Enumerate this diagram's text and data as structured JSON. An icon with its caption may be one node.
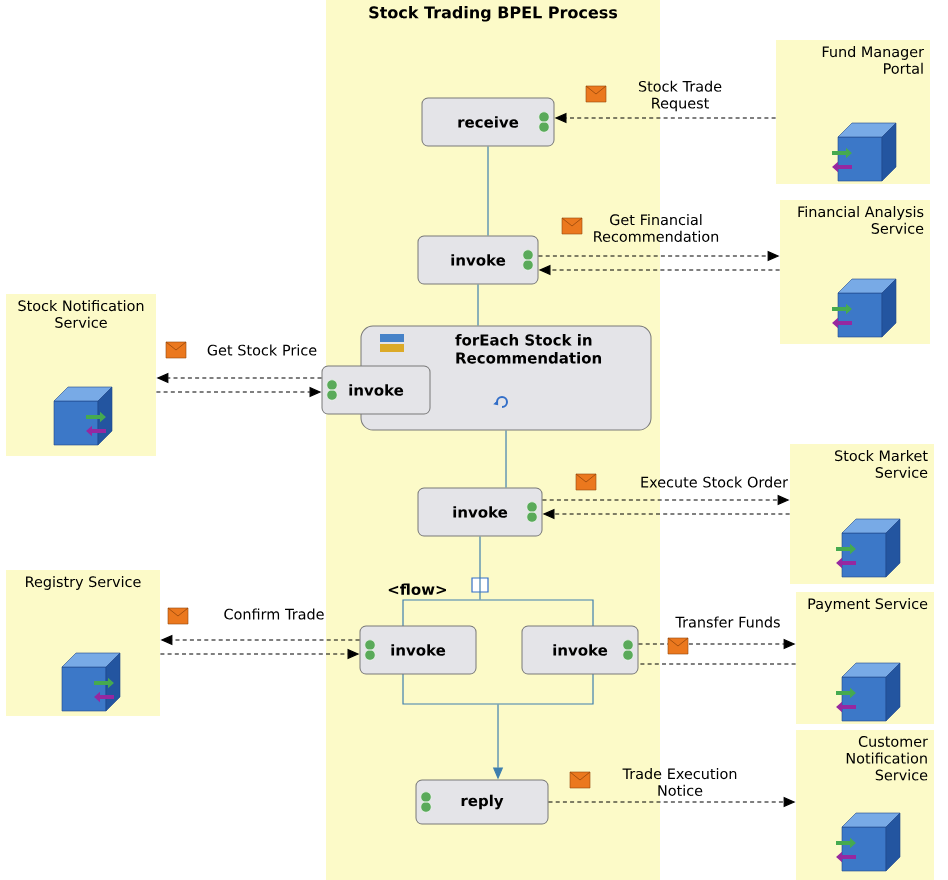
{
  "diagram": {
    "nodes": [
      {
        "text": [
          "Stock Trading BPEL Process"
        ]
      },
      {
        "text": [
          "receive"
        ],
        "in": 0
      },
      {
        "text": [
          "invoke"
        ],
        "in": 0
      },
      {
        "text": [
          "forEach Stock in Recommendation"
        ],
        "in": 0
      },
      {
        "text": [
          "invoke"
        ],
        "in": 0
      },
      {
        "text": [
          "invoke"
        ],
        "in": 0
      },
      {
        "text": [
          "<flow>"
        ],
        "in": 0
      },
      {
        "text": [
          "invoke"
        ],
        "in": 0
      },
      {
        "text": [
          "invoke"
        ],
        "in": 0
      },
      {
        "text": [
          "reply"
        ],
        "in": 0
      },
      {
        "text": [
          "Fund Manager Portal"
        ]
      },
      {
        "text": [
          "Financial Analysis Service"
        ]
      },
      {
        "text": [
          "Stock Notification Service"
        ]
      },
      {
        "text": [
          "Stock Market Service"
        ]
      },
      {
        "text": [
          "Registry Service"
        ]
      },
      {
        "text": [
          "Payment Service"
        ]
      },
      {
        "text": [
          "Customer Notification Service"
        ]
      }
    ],
    "edges": [
      {
        "from": 10,
        "to": 1,
        "arrow": "to",
        "label": "Stock Trade Request",
        "style": "dashed"
      },
      {
        "from": 2,
        "to": 11,
        "arrow": "to",
        "label": "Get Financial Recommendation",
        "style": "dashed"
      },
      {
        "from": 11,
        "to": 2,
        "arrow": "to",
        "style": "dashed"
      },
      {
        "from": 4,
        "to": 12,
        "arrow": "to",
        "label": "Get Stock Price",
        "style": "dashed"
      },
      {
        "from": 12,
        "to": 4,
        "arrow": "to",
        "style": "dashed"
      },
      {
        "from": 5,
        "to": 13,
        "arrow": "to",
        "label": "Execute Stock Order",
        "style": "dashed"
      },
      {
        "from": 13,
        "to": 5,
        "arrow": "to",
        "style": "dashed"
      },
      {
        "from": 7,
        "to": 14,
        "arrow": "to",
        "label": "Confirm Trade",
        "style": "dashed"
      },
      {
        "from": 14,
        "to": 7,
        "arrow": "to",
        "style": "dashed"
      },
      {
        "from": 8,
        "to": 15,
        "arrow": "to",
        "label": "Transfer Funds",
        "style": "dashed"
      },
      {
        "from": 15,
        "to": 8,
        "arrow": "none",
        "style": "dashed"
      },
      {
        "from": 9,
        "to": 16,
        "arrow": "to",
        "label": "Trade Execution Notice",
        "style": "dashed"
      },
      {
        "from": 1,
        "to": 2,
        "arrow": "none",
        "color": "#3f7fae"
      },
      {
        "from": 2,
        "to": 3,
        "arrow": "none",
        "color": "#3f7fae"
      },
      {
        "from": 3,
        "to": 5,
        "arrow": "none",
        "color": "#3f7fae"
      },
      {
        "from": 5,
        "to": 6,
        "arrow": "none",
        "color": "#3f7fae"
      },
      {
        "from": 6,
        "to": 9,
        "arrow": "to",
        "color": "#3f7fae"
      }
    ]
  }
}
